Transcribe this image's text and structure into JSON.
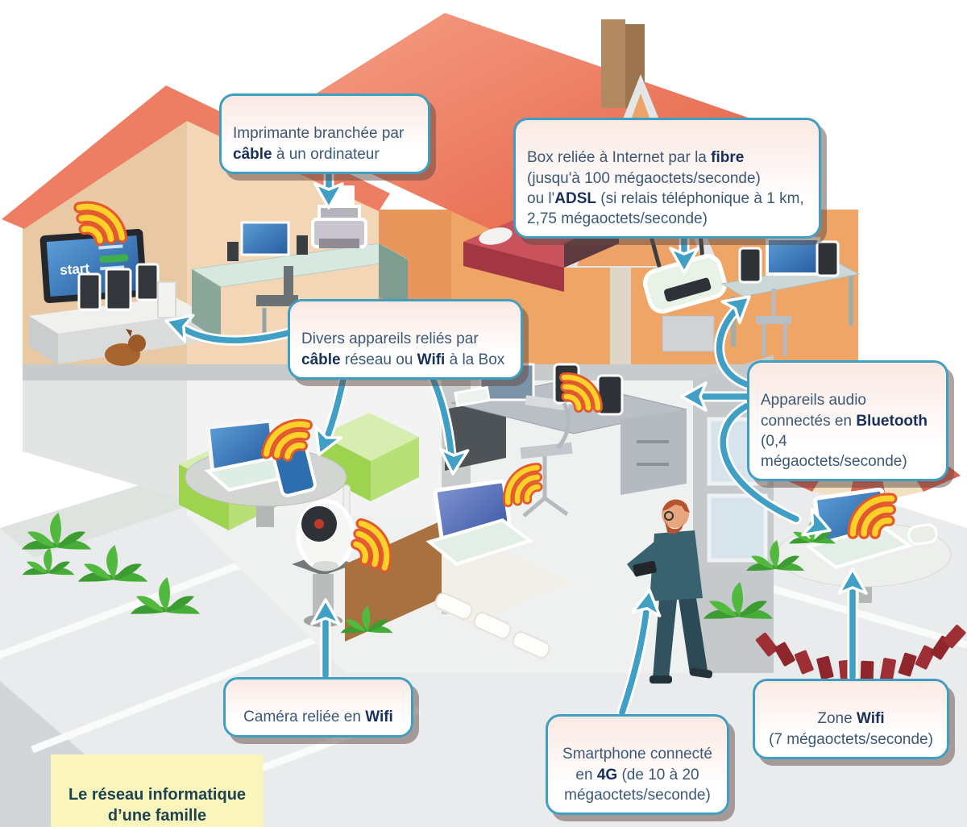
{
  "title_box": {
    "text": "Le réseau informatique\nd’une famille"
  },
  "tv": {
    "screen_title": "start"
  },
  "callouts": {
    "printer": {
      "segments": [
        {
          "t": "Imprimante branchée par\n",
          "b": 0
        },
        {
          "t": "câble",
          "b": 1
        },
        {
          "t": " à un ordinateur",
          "b": 0
        }
      ]
    },
    "box": {
      "segments": [
        {
          "t": "Box reliée à Internet par la ",
          "b": 0
        },
        {
          "t": "fibre",
          "b": 1
        },
        {
          "t": "\n(jusqu'à 100 mégaoctets/seconde)\nou l'",
          "b": 0
        },
        {
          "t": "ADSL",
          "b": 1
        },
        {
          "t": " (si relais téléphonique à 1 km,\n2,75 mégaoctets/seconde)",
          "b": 0
        }
      ]
    },
    "devices": {
      "segments": [
        {
          "t": "Divers appareils reliés par\n",
          "b": 0
        },
        {
          "t": "câble",
          "b": 1
        },
        {
          "t": " réseau ou ",
          "b": 0
        },
        {
          "t": "Wifi",
          "b": 1
        },
        {
          "t": " à la Box",
          "b": 0
        }
      ]
    },
    "audio": {
      "segments": [
        {
          "t": "Appareils audio\nconnectés en ",
          "b": 0
        },
        {
          "t": "Bluetooth",
          "b": 1
        },
        {
          "t": "\n(0,4 mégaoctets/seconde)",
          "b": 0
        }
      ]
    },
    "camera": {
      "segments": [
        {
          "t": "Caméra reliée en ",
          "b": 0
        },
        {
          "t": "Wifi",
          "b": 1
        }
      ]
    },
    "smartphone": {
      "segments": [
        {
          "t": "Smartphone connecté\nen ",
          "b": 0
        },
        {
          "t": "4G",
          "b": 1
        },
        {
          "t": " (de 10 à 20\nmégaoctets/seconde)",
          "b": 0
        }
      ]
    },
    "wifi_zone": {
      "segments": [
        {
          "t": "Zone ",
          "b": 0
        },
        {
          "t": "Wifi",
          "b": 1
        },
        {
          "t": "\n(7 mégaoctets/seconde)",
          "b": 0
        }
      ]
    }
  },
  "colors": {
    "accent_teal": "#3f9ec2",
    "wifi_yellow": "#fdd02a",
    "wifi_outline": "#e3582c",
    "roof_red": "#ee7d62",
    "highlight_yellow": "#faf5ba"
  }
}
